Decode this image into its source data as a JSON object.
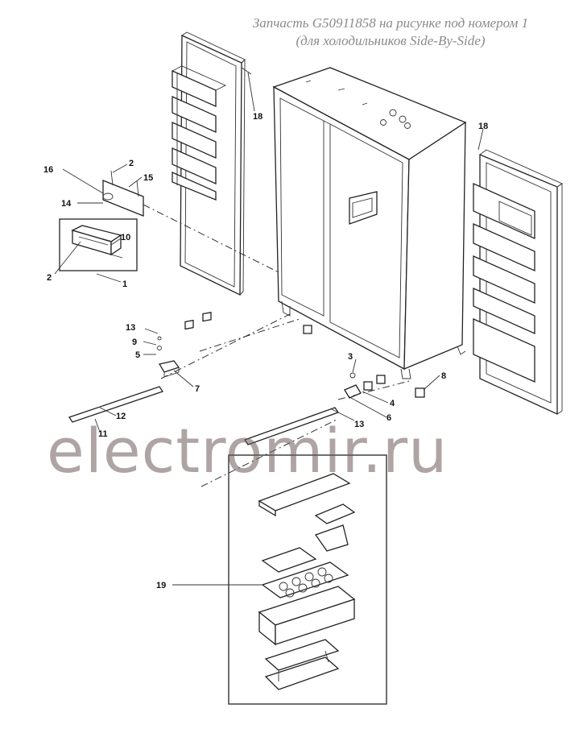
{
  "caption": {
    "line1": "Запчасть G50911858 на рисунке под номером 1",
    "line2": "(для холодильников Side-By-Side)"
  },
  "watermark": "electromir.ru",
  "callouts": {
    "c1": "1",
    "c2a": "2",
    "c2b": "2",
    "c3": "3",
    "c4": "4",
    "c5": "5",
    "c6": "6",
    "c7": "7",
    "c8": "8",
    "c9": "9",
    "c10": "10",
    "c11": "11",
    "c12": "12",
    "c13a": "13",
    "c13b": "13",
    "c14": "14",
    "c15": "15",
    "c16": "16",
    "c18a": "18",
    "c18b": "18",
    "c19": "19"
  },
  "colors": {
    "ink": "#222222",
    "caption": "#8a8a8a",
    "watermark": "#6e5a5a"
  }
}
